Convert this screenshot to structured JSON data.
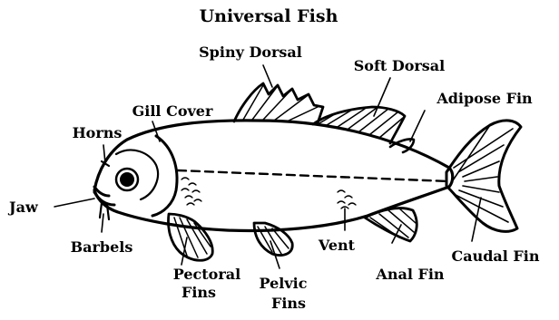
{
  "title": "Universal Fish",
  "labels": {
    "spiny_dorsal": "Spiny Dorsal",
    "soft_dorsal": "Soft Dorsal",
    "adipose_fin": "Adipose Fin",
    "gill_cover": "Gill Cover",
    "horns": "Horns",
    "jaw": "Jaw",
    "barbels": "Barbels",
    "pectoral_line1": "Pectoral",
    "pectoral_line2": "Fins",
    "pelvic_line1": "Pelvic",
    "pelvic_line2": "Fins",
    "vent": "Vent",
    "anal_fin": "Anal Fin",
    "caudal_fin": "Caudal Fin"
  },
  "colors": {
    "ink": "#000000",
    "background": "#ffffff"
  }
}
